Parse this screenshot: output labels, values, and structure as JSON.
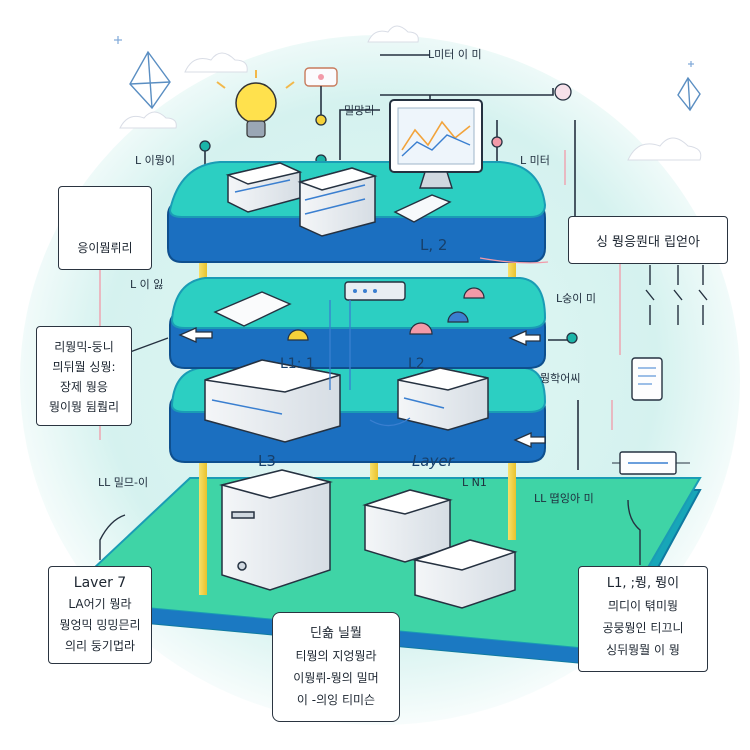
{
  "layers": {
    "top": "L, 2",
    "middle_left": "L1: 1",
    "middle_right": "L2",
    "bottom_left": "L3",
    "bottom_right": "Layer"
  },
  "labels": {
    "top_center": "L미터 이 미",
    "monitor_note": "밀망리",
    "left_top": "L  이뭥이",
    "right_top": "L  미터",
    "left_mid": "L  이 잃",
    "right_mid": "L숭이 미",
    "right_mid2": "뭥학어씨",
    "left_low": "LL 밀므-이",
    "center_low": "L N1",
    "right_low": "LL 뗩잉아 미"
  },
  "boxes": {
    "icon_box": {
      "lines": [
        "응이뭠뤼리"
      ]
    },
    "left_note": {
      "lines": [
        "리뭥믹-둥니",
        "믜뒤뭘 싱뭥:",
        "장제 뭥응",
        "뭥이뭥 뒴뤔리"
      ]
    },
    "right_banner": {
      "lines": [
        "싱 뭥응뭔대 립얻아"
      ]
    },
    "bottom_left": {
      "lines": [
        "Laver 7",
        "LA어기 뭥라",
        "뭥엉믹 밍밍믄리",
        "의리 둥기멉라"
      ]
    },
    "bottom_center": {
      "lines": [
        "딘숆  닐뭘",
        "티뭥의 지엉뭥라",
        "이뭥뤼-뭥의 밀머",
        "이 -의잉 티미슨"
      ]
    },
    "bottom_right": {
      "lines": [
        "L1, ;뭥, 뭥이",
        "믜디이 텪미뭥",
        "공뭉뭥인 티끄니",
        "싱뒤뭥뭘 이 뭥"
      ]
    }
  },
  "colors": {
    "background_glow": "#d9f4f2",
    "platform_top": "#2fc9c0",
    "platform_side": "#1a86c7",
    "platform_base": "#3fd4a6",
    "accent_yellow": "#f5d23a",
    "accent_pink": "#f29aa8",
    "accent_blue": "#3a7fd0",
    "line_dark": "#253140"
  },
  "icons": [
    "crystal-icon",
    "cloud-icon",
    "lightbulb-icon",
    "router-icon",
    "monitor-icon",
    "server-icon",
    "keyboard-icon",
    "atom-icon",
    "document-icon",
    "switch-icon",
    "hub-icon"
  ]
}
